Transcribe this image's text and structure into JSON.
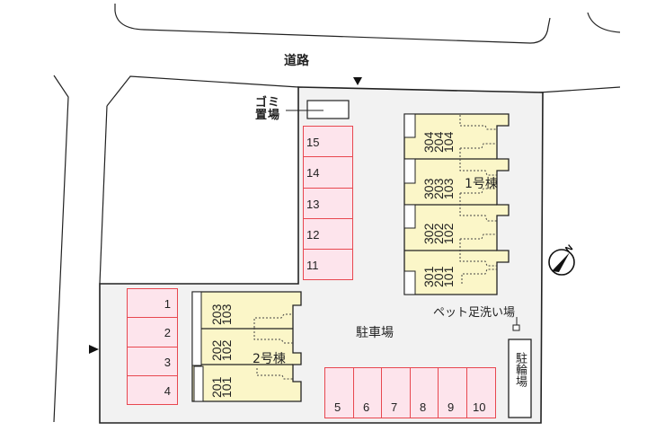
{
  "labels": {
    "road": "道路",
    "garbage": "ゴミ\n置場",
    "garbage_line1": "ゴミ",
    "garbage_line2": "置場",
    "parking": "駐車場",
    "pet_wash": "ペット足洗い場",
    "bicycle": "駐輪場",
    "building1": "1号棟",
    "building2": "2号棟"
  },
  "parking_slots": {
    "left": [
      "1",
      "2",
      "3",
      "4"
    ],
    "top_column": [
      "15",
      "14",
      "13",
      "12",
      "11"
    ],
    "bottom_row": [
      "5",
      "6",
      "7",
      "8",
      "9",
      "10"
    ]
  },
  "building1_units": [
    {
      "floors": [
        "304",
        "204",
        "104"
      ]
    },
    {
      "floors": [
        "303",
        "203",
        "103"
      ]
    },
    {
      "floors": [
        "302",
        "202",
        "102"
      ]
    },
    {
      "floors": [
        "301",
        "201",
        "101"
      ]
    }
  ],
  "building2_units": [
    {
      "floors": [
        "203",
        "103"
      ]
    },
    {
      "floors": [
        "202",
        "102"
      ]
    },
    {
      "floors": [
        "201",
        "101"
      ]
    }
  ],
  "icons": {
    "compass": "north-compass-icon",
    "entrance_top": "entrance-arrow-down-icon",
    "entrance_left": "entrance-arrow-right-icon"
  },
  "colors": {
    "parking_fill": "#fde4ec",
    "parking_border": "#e8474f",
    "building_fill": "#fbf6c8",
    "lot_fill": "#f2f2f2",
    "line": "#222222"
  }
}
